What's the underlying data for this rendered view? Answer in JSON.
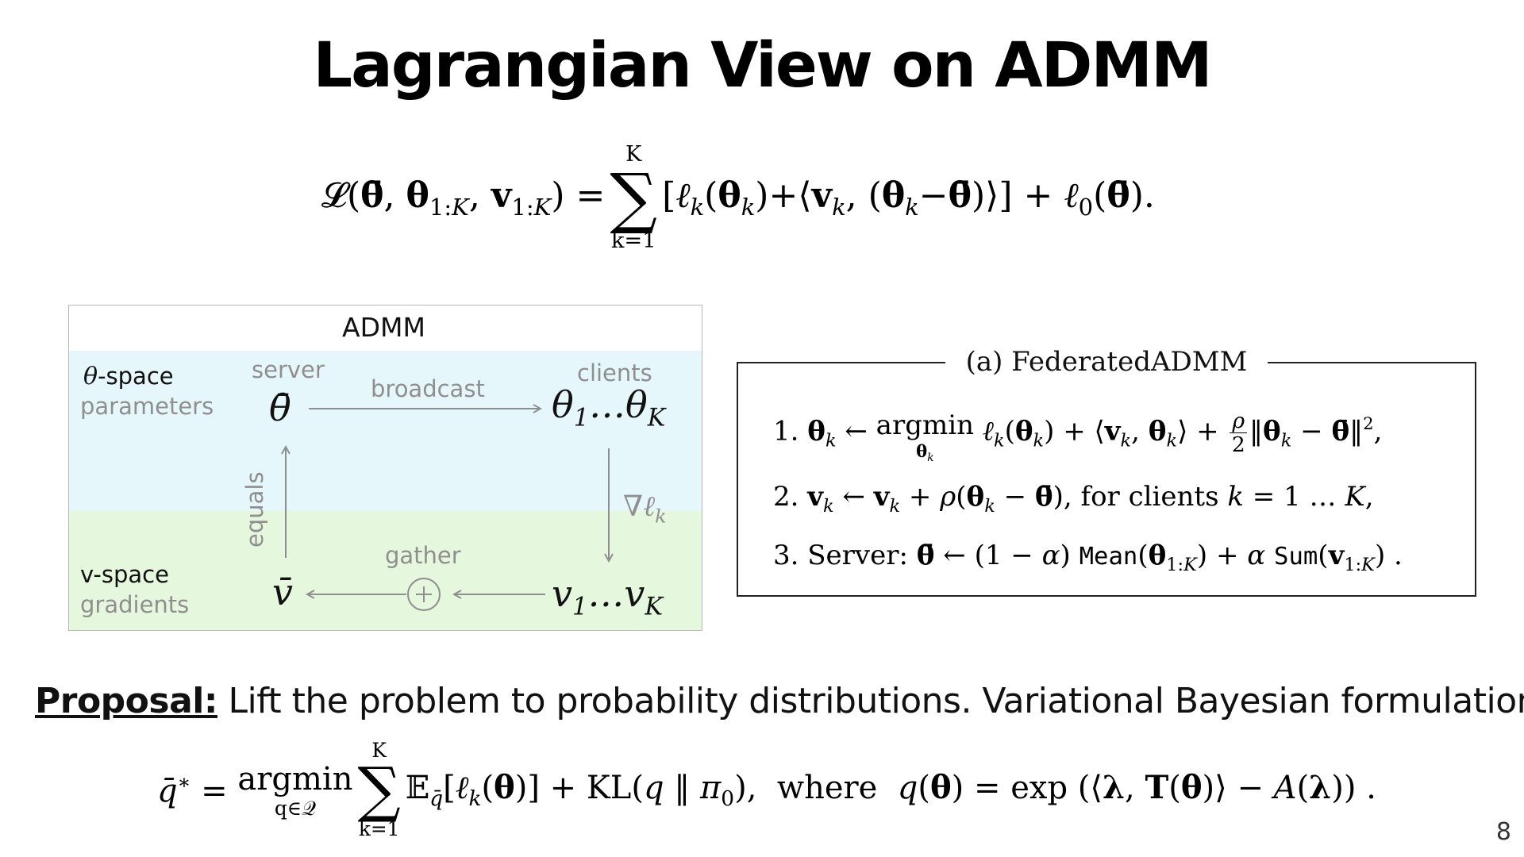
{
  "slide": {
    "title": "Lagrangian View on ADMM",
    "page_number": "8"
  },
  "equation_main": {
    "sum_upper": "K",
    "sum_lower": "k=1"
  },
  "diagram": {
    "title": "ADMM",
    "theta_space_label": "-space",
    "parameters_label": "parameters",
    "v_space_label": "v-space",
    "gradients_label": "gradients",
    "server_label": "server",
    "clients_label": "clients",
    "broadcast_label": "broadcast",
    "gather_label": "gather",
    "equals_label": "equals",
    "colors": {
      "theta_band": "#e6f7fb",
      "v_band": "#e5f7dc",
      "arrow": "#8f8f8f"
    }
  },
  "algorithm": {
    "title": "(a) FederatedADMM",
    "step1_num": "1.",
    "step2_num": "2.",
    "step2_text": "for clients",
    "step3_num": "3.",
    "step3_text": "Server:",
    "mean_op": "Mean",
    "sum_op": "Sum"
  },
  "proposal": {
    "lead": "Proposal:",
    "text": " Lift the problem to probability distributions. Variational Bayesian formulation:"
  },
  "equation_bottom": {
    "argmin_label": "argmin",
    "argmin_under": "q∈𝒬",
    "sum_upper": "K",
    "sum_lower": "k=1",
    "where_text": "where"
  }
}
